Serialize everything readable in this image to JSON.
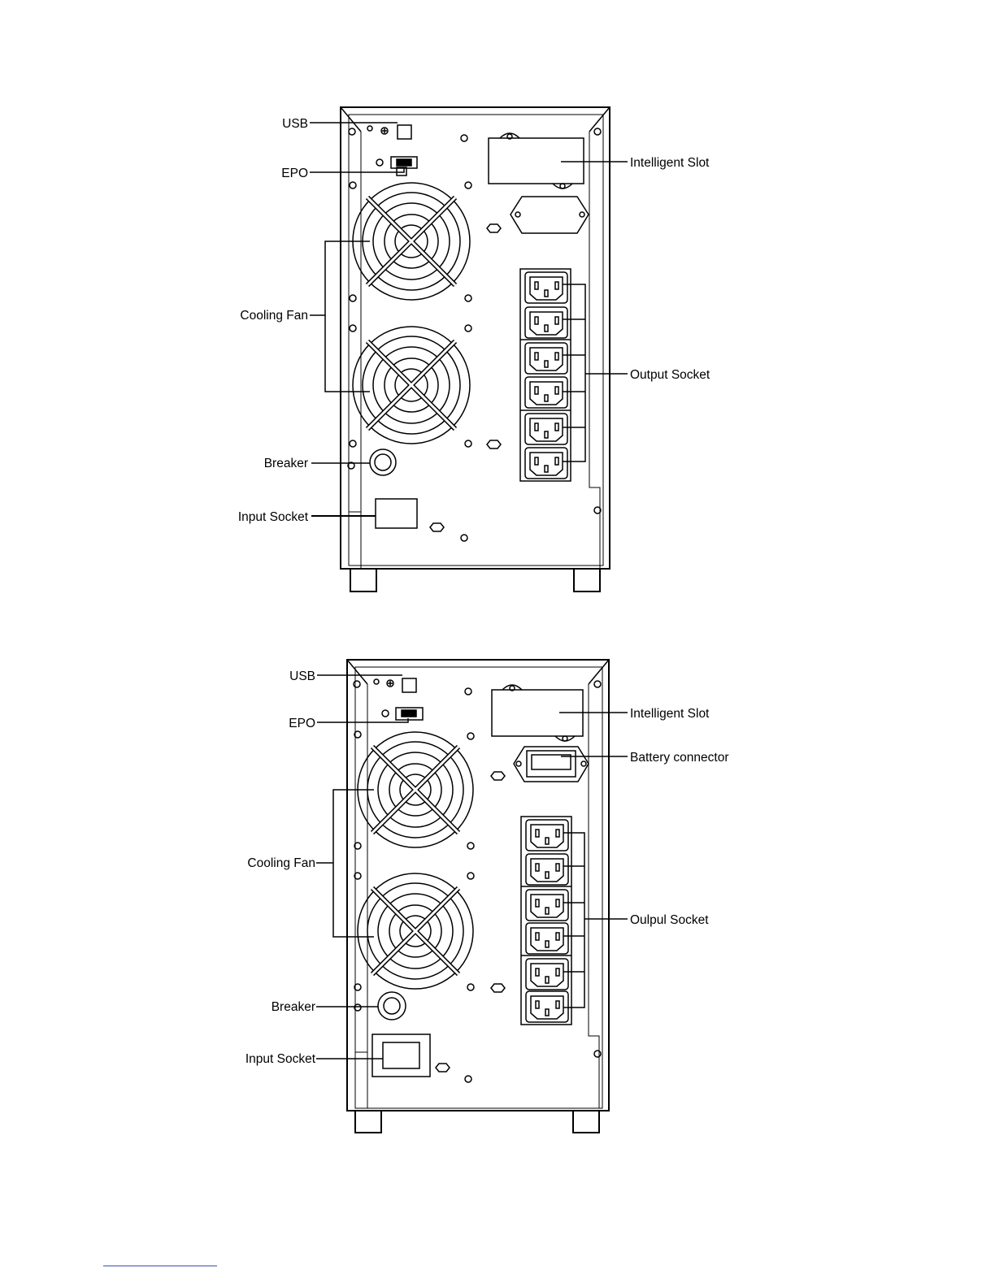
{
  "diagrams": [
    {
      "labels": {
        "usb": "USB",
        "epo": "EPO",
        "cooling_fan": "Cooling Fan",
        "breaker": "Breaker",
        "input_socket": "Input Socket",
        "intelligent_slot": "Intelligent Slot",
        "output_socket": "Output Socket"
      }
    },
    {
      "labels": {
        "usb": "USB",
        "epo": "EPO",
        "cooling_fan": "Cooling Fan",
        "breaker": "Breaker",
        "input_socket": "Input Socket",
        "intelligent_slot": "Intelligent Slot",
        "battery_connector": "Battery connector",
        "output_socket": "Oulpul Socket"
      }
    }
  ],
  "colors": {
    "ink": "#000000",
    "paper": "#ffffff",
    "footer_rule": "#2a3fa8"
  }
}
